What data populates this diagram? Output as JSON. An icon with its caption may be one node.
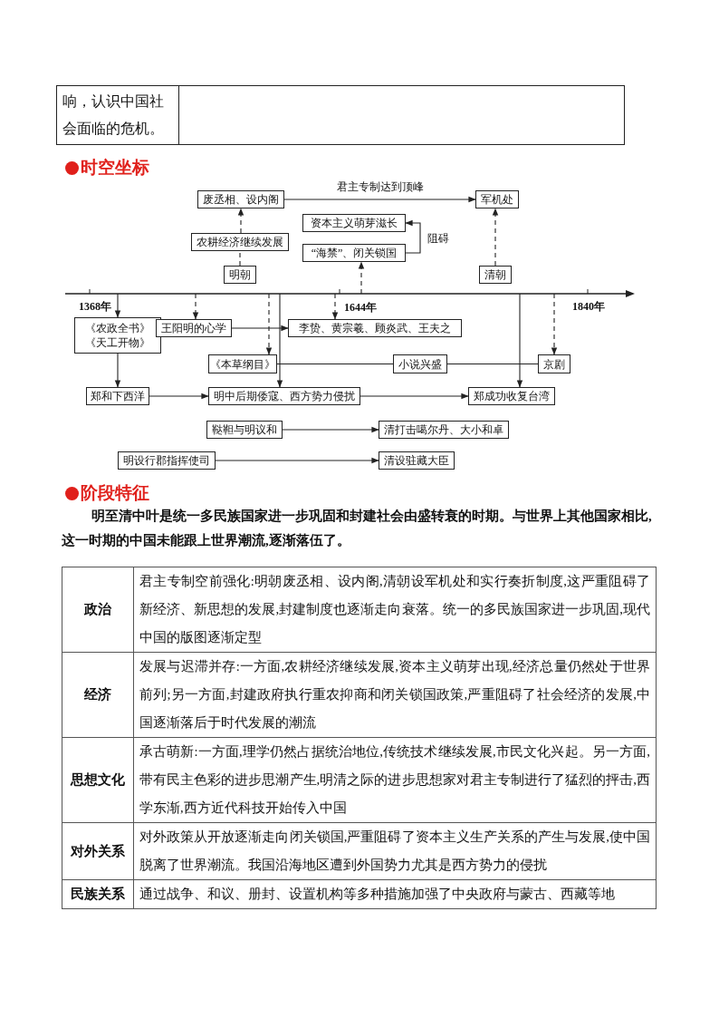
{
  "diagram": {
    "nodes": [
      {
        "text": [
          "废丞相、设内阁"
        ]
      },
      {
        "text": [
          "军机处"
        ]
      },
      {
        "text": [
          "资本主义萌芽滋长"
        ]
      },
      {
        "text": [
          "农耕经济继续发展"
        ]
      },
      {
        "text": [
          "“海禁”、闭关锁国"
        ]
      },
      {
        "text": [
          "明朝"
        ]
      },
      {
        "text": [
          "清朝"
        ]
      },
      {
        "text": [
          "《农政全书》《天工开物》"
        ]
      },
      {
        "text": [
          "王阳明的心学"
        ]
      },
      {
        "text": [
          "李贽、黄宗羲、顾炎武、王夫之"
        ]
      },
      {
        "text": [
          "《本草纲目》"
        ]
      },
      {
        "text": [
          "小说兴盛"
        ]
      },
      {
        "text": [
          "京剧"
        ]
      },
      {
        "text": [
          "郑和下西洋"
        ]
      },
      {
        "text": [
          "明中后期倭寇、西方势力侵扰"
        ]
      },
      {
        "text": [
          "郑成功收复台湾"
        ]
      },
      {
        "text": [
          "鞑靼与明议和"
        ]
      },
      {
        "text": [
          "清打击噶尔丹、大小和卓"
        ]
      },
      {
        "text": [
          "明设行郡指挥使司"
        ]
      },
      {
        "text": [
          "清设驻藏大臣"
        ]
      }
    ],
    "edges": [
      {
        "from": 0,
        "to": 1,
        "arrow": "to",
        "label": "君主专制达到顶峰"
      },
      {
        "from": 4,
        "to": 2,
        "arrow": "to",
        "label": "阻碍"
      },
      {
        "from": 5,
        "to": 3,
        "arrow": "none",
        "style": "dashed"
      },
      {
        "from": 3,
        "to": 0,
        "arrow": "to",
        "style": "dashed"
      },
      {
        "from": 6,
        "to": 1,
        "arrow": "to",
        "style": "dashed"
      },
      {
        "from": null,
        "to": 4,
        "arrow": "to",
        "style": "dashed"
      },
      {
        "from": null,
        "to": 7,
        "arrow": "to"
      },
      {
        "from": null,
        "to": 8,
        "arrow": "to",
        "style": "dashed"
      },
      {
        "from": null,
        "to": 10,
        "arrow": "to",
        "style": "dashed"
      },
      {
        "from": null,
        "to": 9,
        "arrow": "to",
        "style": "dashed"
      },
      {
        "from": null,
        "to": 12,
        "arrow": "to",
        "style": "dashed"
      },
      {
        "from": null,
        "to": 14,
        "arrow": "to"
      },
      {
        "from": null,
        "to": 15,
        "arrow": "to"
      },
      {
        "from": 8,
        "to": 9,
        "arrow": "to"
      },
      {
        "from": 10,
        "to": 11,
        "arrow": "none"
      },
      {
        "from": 11,
        "to": 12,
        "arrow": "none"
      },
      {
        "from": 7,
        "to": 13,
        "arrow": "to"
      },
      {
        "from": 13,
        "to": 14,
        "arrow": "to"
      },
      {
        "from": 14,
        "to": 15,
        "arrow": "to"
      },
      {
        "from": 16,
        "to": 17,
        "arrow": "to"
      },
      {
        "from": 18,
        "to": 19,
        "arrow": "to"
      }
    ],
    "labels": [
      "响，认识中国社会面临的危机。",
      "时空坐标",
      "1368年",
      "1644年",
      "1840年",
      "阶段特征",
      "明至清中叶是统一多民族国家进一步巩固和封建社会由盛转衰的时期。与世界上其他国家相比,这一时期的中国未能跟上世界潮流,逐渐落伍了。",
      "政治",
      "君主专制空前强化:明朝废丞相、设内阁,清朝设军机处和实行奏折制度,这严重阻碍了新经济、新思想的发展,封建制度也逐渐走向衰落。统一的多民族国家进一步巩固,现代中国的版图逐渐定型",
      "经济",
      "发展与迟滞并存:一方面,农耕经济继续发展,资本主义萌芽出现,经济总量仍然处于世界前列;另一方面,封建政府执行重农抑商和闭关锁国政策,严重阻碍了社会经济的发展,中国逐渐落后于时代发展的潮流",
      "思想文化",
      "承古萌新:一方面,理学仍然占据统治地位,传统技术继续发展,市民文化兴起。另一方面,带有民主色彩的进步思潮产生,明清之际的进步思想家对君主专制进行了猛烈的抨击,西学东渐,西方近代科技开始传入中国",
      "对外关系",
      "对外政策从开放逐渐走向闭关锁国,严重阻碍了资本主义生产关系的产生与发展,使中国脱离了世界潮流。我国沿海地区遭到外国势力尤其是西方势力的侵扰",
      "民族关系",
      "通过战争、和议、册封、设置机构等多种措施加强了中央政府与蒙古、西藏等地"
    ]
  }
}
